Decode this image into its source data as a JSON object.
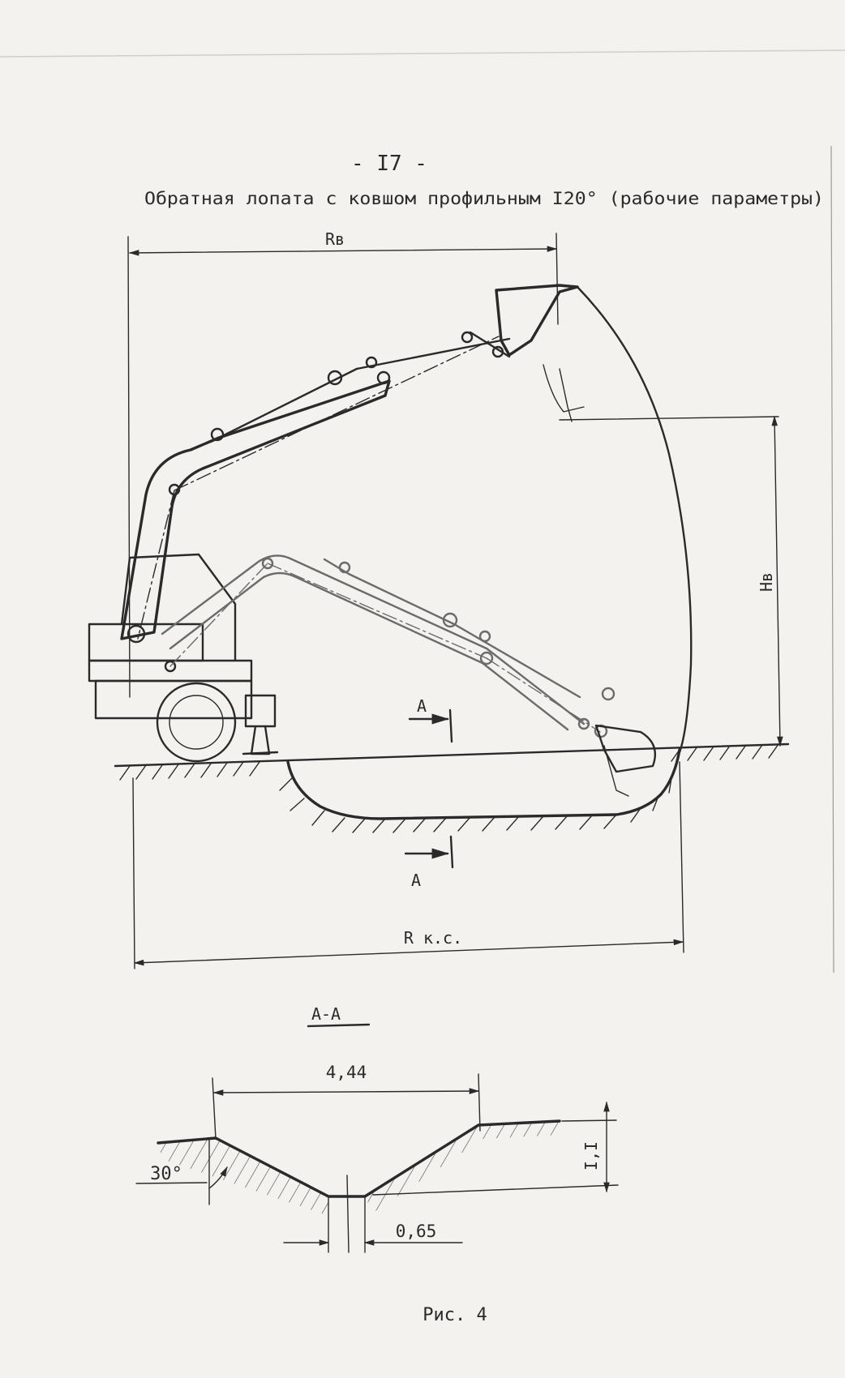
{
  "page": {
    "number": "- I7 -",
    "title": "Обратная лопата с ковшом профильным I20° (рабочие параметры)",
    "caption": "Рис. 4"
  },
  "main_drawing": {
    "label_rv": "Rв",
    "label_hv": "Hв",
    "label_rks": "R к.с.",
    "section_mark_top": "A",
    "section_mark_bottom": "A"
  },
  "section_view": {
    "title": "A-A",
    "top_width": "4,44",
    "bottom_width": "0,65",
    "depth": "I,I",
    "slope_angle": "30°"
  },
  "colors": {
    "ink": "#2a2a2a",
    "paper": "#f3f2ef"
  }
}
